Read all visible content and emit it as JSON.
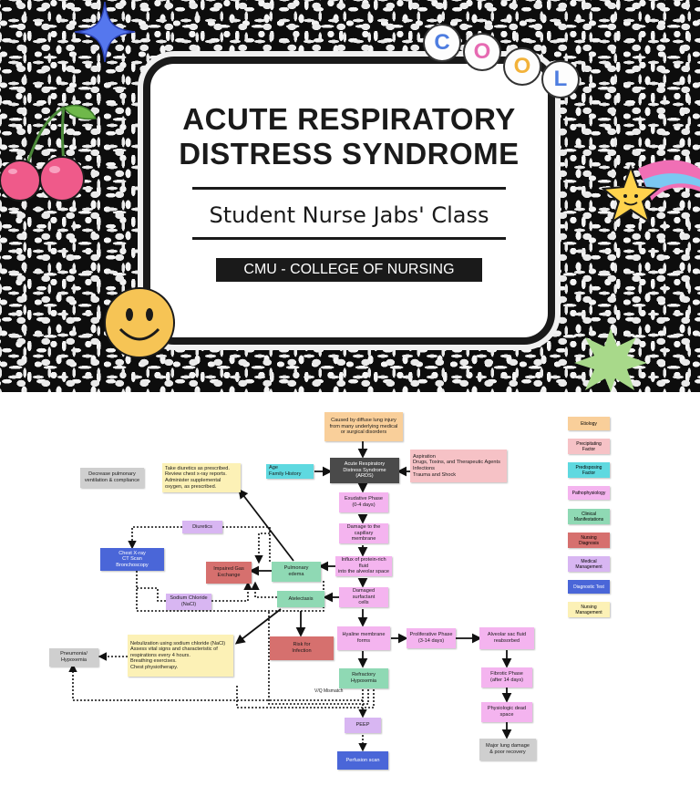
{
  "banner": {
    "title_line1": "ACUTE RESPIRATORY",
    "title_line2": "DISTRESS SYNDROME",
    "subtitle": "Student Nurse Jabs' Class",
    "college": "CMU - COLLEGE OF NURSING",
    "sticker_letters": [
      "C",
      "O",
      "O",
      "L"
    ]
  },
  "colors": {
    "etiology": "#f9cf9a",
    "precipitating_factor": "#f6c2c6",
    "predisposing_factor": "#5fd9e0",
    "pathophysiology": "#f4b4ef",
    "clinical_manifestations": "#8fd9b4",
    "nursing_diagnosis": "#d6706e",
    "medical_management": "#d8b6f2",
    "diagnostic_test": "#4a66d8",
    "nursing_management": "#fcf1b6"
  },
  "legend": [
    "Etiology",
    "Precipitating\nFactor",
    "Predisposing\nFactor",
    "Pathophysiology",
    "Clinical\nManifestations",
    "Nursing\nDiagnosis",
    "Medical\nManagement",
    "Diagnostic Test",
    "Nursing\nManagement"
  ],
  "nodes": {
    "etiology": "Caused by diffuse lung injury\nfrom many underlying medical\nor surgical disorders",
    "ards": "Acute Respiratory\nDistress Syndrome\n(ARDS)",
    "predisposing": "Age\nFamily History",
    "precipitating": "Aspiration\nDrugs, Toxins, and Therapeutic Agents\nInfections\nTrauma and Shock",
    "exudative": "Exudative Phase\n(0-4 days)",
    "damage": "Damage to the\ncapillary membrane",
    "influx": "Influx of protein-rich fluid\ninto the alveolar space",
    "surfactant": "Damaged surfactant\ncells",
    "hyaline": "Hyaline membrane\nforms",
    "proliferative": "Proliferative Phase\n(3-14 days)",
    "alveolar_sac": "Alveolar sac fluid\nreabsorbed",
    "fibrotic": "Fibrotic Phase\n(after 14 days)",
    "dead_space": "Physiologic dead\nspace",
    "major_damage": "Major lung damage\n& poor recovery",
    "refractory": "Refractory\nHypoxemia",
    "vq": "V/Q Mismatch",
    "peep": "PEEP",
    "perfusion": "Perfusion scan",
    "diuretics_nm": "Take diuretics as prescribed.\nReview chest x-ray reports.\nAdminister supplemental\noxygen, as prescribed.",
    "decrease": "Decrease pulmonary\nventilation & compliance",
    "diuretics": "Diuretics",
    "chest_xray": "Chest X-ray\nCT Scan\nBronchoscopy",
    "impaired": "Impaired Gas\nExchange",
    "pulmonary_edema": "Pulmonary\nedema",
    "sodium": "Sodium Chloride\n(NaCl)",
    "atelectasis": "Atelectasis",
    "nebulization": "Nebulization using sodium chloride (NaCl)\nAssess vital signs and characteristic of\nrespirations every 4 hours.\nBreathing exercises.\nChest physiotherapy.",
    "pneumonia": "Pneumonia/\nHypoxemia",
    "risk_infection": "Risk for\nInfection"
  }
}
